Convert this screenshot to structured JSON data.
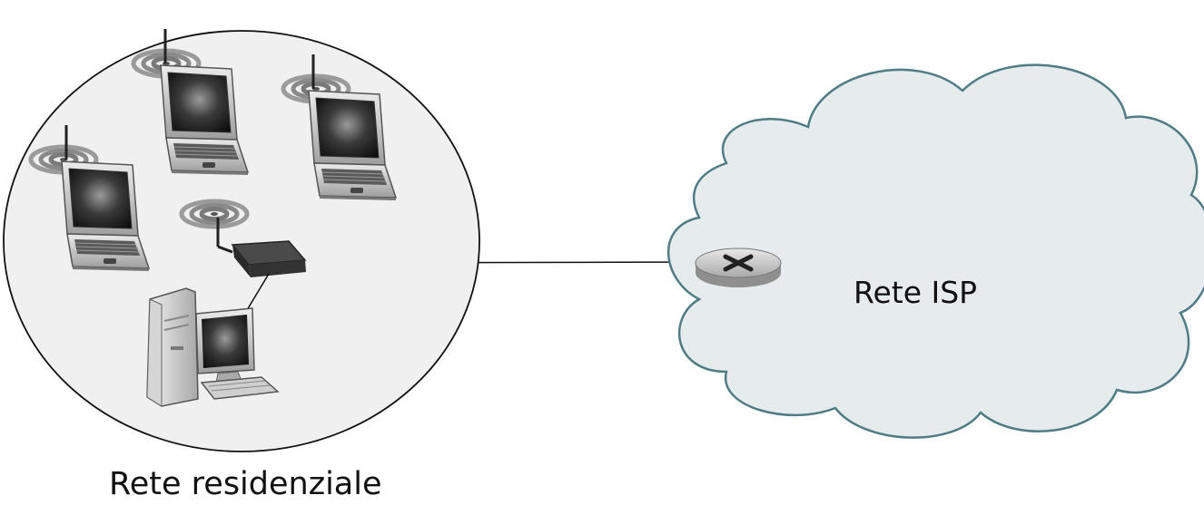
{
  "home_network": {
    "label": "Rete residenziale",
    "background_color": "#f0f0f0",
    "devices": [
      {
        "kind": "laptop",
        "icon": "wireless-laptop-icon"
      },
      {
        "kind": "laptop",
        "icon": "wireless-laptop-icon"
      },
      {
        "kind": "laptop",
        "icon": "wireless-laptop-icon"
      },
      {
        "kind": "wireless-router",
        "icon": "wireless-router-icon"
      },
      {
        "kind": "desktop",
        "icon": "desktop-computer-icon"
      }
    ]
  },
  "isp_network": {
    "label": "Rete ISP",
    "fill_color": "#e6eced",
    "stroke_color": "#4f7c85",
    "devices": [
      {
        "kind": "router",
        "icon": "router-icon"
      }
    ]
  },
  "colors": {
    "link": "#111111",
    "laptop_body": "#bdbdbd",
    "screen": "#222222"
  }
}
